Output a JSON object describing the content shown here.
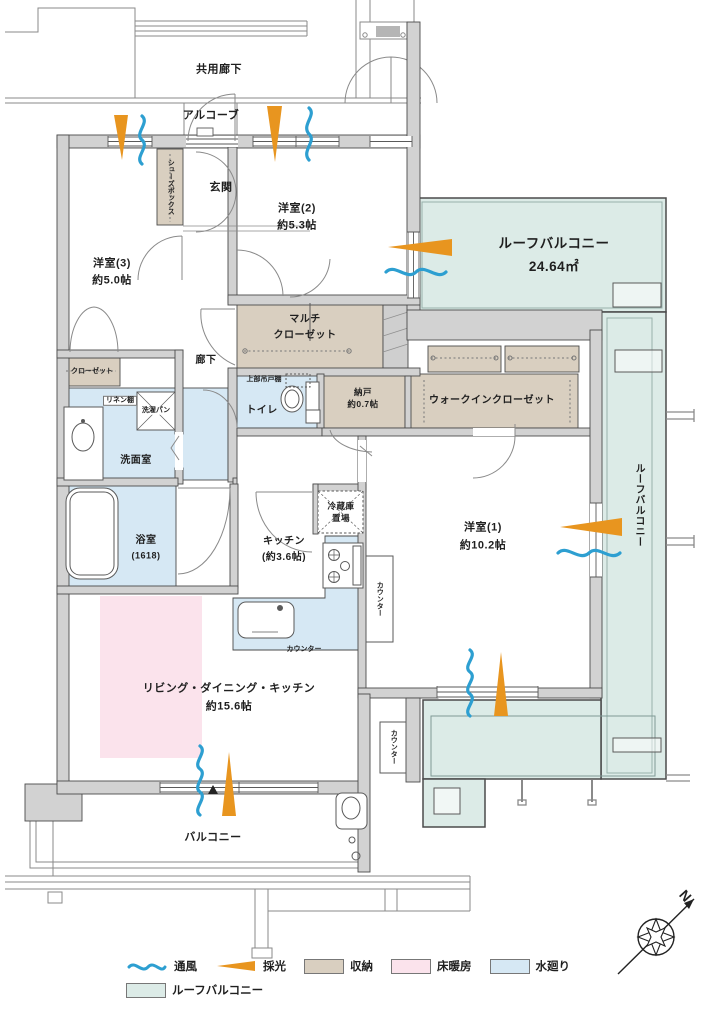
{
  "colors": {
    "wall": "#d2d2d2",
    "wallStroke": "#4b4b4b",
    "storage": "#d9cfc0",
    "floorHeating": "#fbe3ec",
    "water": "#d6e8f4",
    "roofBalcony": "#dcebe7",
    "vent": "#2d9fd1",
    "daylight": "#e8951f",
    "lineThin": "#8a8a8a"
  },
  "plan": {
    "common_corridor": "共用廊下",
    "alcove": "アルコーブ",
    "entrance": "玄関",
    "shoe_box": "シューズボックス",
    "western_room_3": {
      "name": "洋室(3)",
      "area": "約5.0帖"
    },
    "western_room_2": {
      "name": "洋室(2)",
      "area": "約5.3帖"
    },
    "western_room_1": {
      "name": "洋室(1)",
      "area": "約10.2帖"
    },
    "roof_balcony_main": {
      "name": "ルーフバルコニー",
      "area": "24.64㎡"
    },
    "roof_balcony_side": "ルーフバルコニー",
    "multi_closet": {
      "line1": "マルチ",
      "line2": "クローゼット"
    },
    "hallway": "廊下",
    "closet": "クローゼット",
    "linen_shelf": "リネン棚",
    "washer_pan": "洗濯パン",
    "upper_cabinet": "上部吊戸棚",
    "toilet": "トイレ",
    "storage_room": {
      "name": "納戸",
      "area": "約0.7帖"
    },
    "walk_in_closet": "ウォークインクローゼット",
    "washroom": "洗面室",
    "bathroom": {
      "name": "浴室",
      "size": "(1618)"
    },
    "fridge_space": {
      "line1": "冷蔵庫",
      "line2": "置場"
    },
    "kitchen": {
      "name": "キッチン",
      "area": "(約3.6帖)"
    },
    "counter": "カウンター",
    "ldk": {
      "name": "リビング・ダイニング・キッチン",
      "area": "約15.6帖"
    },
    "balcony": "バルコニー"
  },
  "compass": {
    "north": "N"
  },
  "legend": {
    "items": [
      {
        "label": "通風",
        "type": "wave",
        "color": "#2d9fd1"
      },
      {
        "label": "採光",
        "type": "triangle",
        "color": "#e8951f"
      },
      {
        "label": "収納",
        "type": "swatch",
        "color": "#d9cfc0"
      },
      {
        "label": "床暖房",
        "type": "swatch",
        "color": "#fbe3ec"
      },
      {
        "label": "水廻り",
        "type": "swatch",
        "color": "#d6e8f4"
      },
      {
        "label": "ルーフバルコニー",
        "type": "swatch",
        "color": "#dcebe7"
      }
    ]
  }
}
